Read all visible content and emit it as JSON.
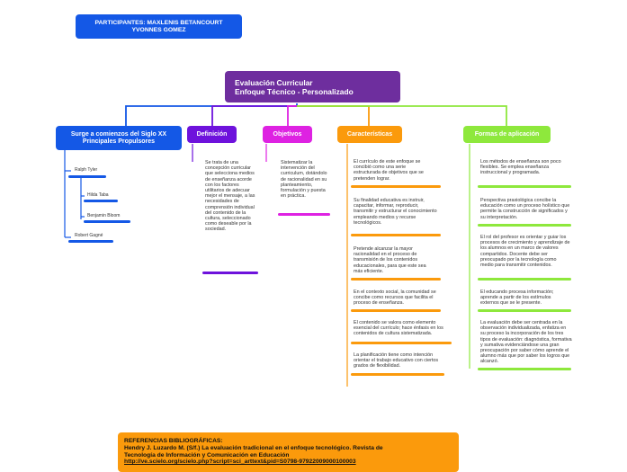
{
  "participants": "PARTICIPANTES: MAXLENIS BETANCOURT\nYVONNES GOMEZ",
  "central": {
    "line1": "Evaluación Curricular",
    "line2": "Enfoque Técnico - Personalizado"
  },
  "branches": {
    "surge": {
      "title": "Surge a comienzos del Siglo XX\nPrincipales Propulsores",
      "names": [
        "Ralph Tyler",
        "Hilda Taba",
        "Benjamin Bloom",
        "Robert Gagné"
      ]
    },
    "definicion": {
      "title": "Definición",
      "text": "Se trata de una concepción curricular que selecciona medios de enseñanza acorde con los factores utilitarios de adecuar mejor el mensaje, a las necesidades de comprensión individual del contenido de la cultura, seleccionado como deseable por la sociedad."
    },
    "objetivos": {
      "title": "Objetivos",
      "text": "Sistematizar la intervención del curriculum, dotándolo de racionalidad en su planteamiento, formulación y puesta en práctica."
    },
    "caracteristicas": {
      "title": "Características",
      "items": [
        "El currículo de este enfoque se concibió como una serie estructurada de objetivos que se pretenden lograr.",
        "Su finalidad educativa es instruir, capacitar, informar, reproducir, transmitir y estructurar el conocimiento empleando medios y recurse tecnológicos.",
        "Pretende alcanzar la mayor racionalidad en el proceso de transmisión de los contenidos educacionales, para que este sea más eficiente.",
        "En el contexto social, la comunidad se concibe como recursos que facilita el proceso de enseñanza.",
        "El contenido se valora como elemento esencial del currículo; hace énfasis en los contenidos de cultura sistematizada.",
        "La planificación tiene como intención orientar el trabajo educativo con ciertos grados de flexibilidad."
      ]
    },
    "formas": {
      "title": "Formas de aplicación",
      "items": [
        "Los métodos de enseñanza son poco flexibles. Se emplea enseñanza instruccional y programada.",
        "Perspectiva praxiológica concibe la educación como un proceso holístico que permite la construcción de significados y su interpretación.",
        "El rol del profesor es orientar y guiar los procesos de crecimiento y aprendizaje de los alumnos en un marco de valores compartidos. Docente debe ser preocupado por la tecnología como medio para transmitir contenidos.",
        "El educando procesa información; aprende a partir de los estímulos externos que se le presente.",
        "La evaluación debe ser centrada en la observación individualizada, enfatiza en su proceso la incorporación de los tres tipos de evaluación: diagnóstica, formativa y sumativa evidenciándose una gran preocupación por saber cómo aprende el alumno más que por saber los logros que alcanzó."
      ]
    }
  },
  "references": {
    "heading": "REFERENCIAS BIBLIOGRÁFICAS:",
    "line1": "Hendry J. Luzardo M. (S/f.) La evaluación tradicional en el enfoque tecnológico. Revista de",
    "line2": "Tecnología de Información y Comunicación en Educación",
    "url": "http://ve.scielo.org/scielo.php?script=sci_arttext&pid=S0798-97922009000100003"
  },
  "colors": {
    "blue": "#1458e6",
    "purple": "#6e2e9e",
    "violet": "#6e12dc",
    "magenta": "#de22e2",
    "orange": "#fb9a0c",
    "green": "#8ee83c"
  }
}
